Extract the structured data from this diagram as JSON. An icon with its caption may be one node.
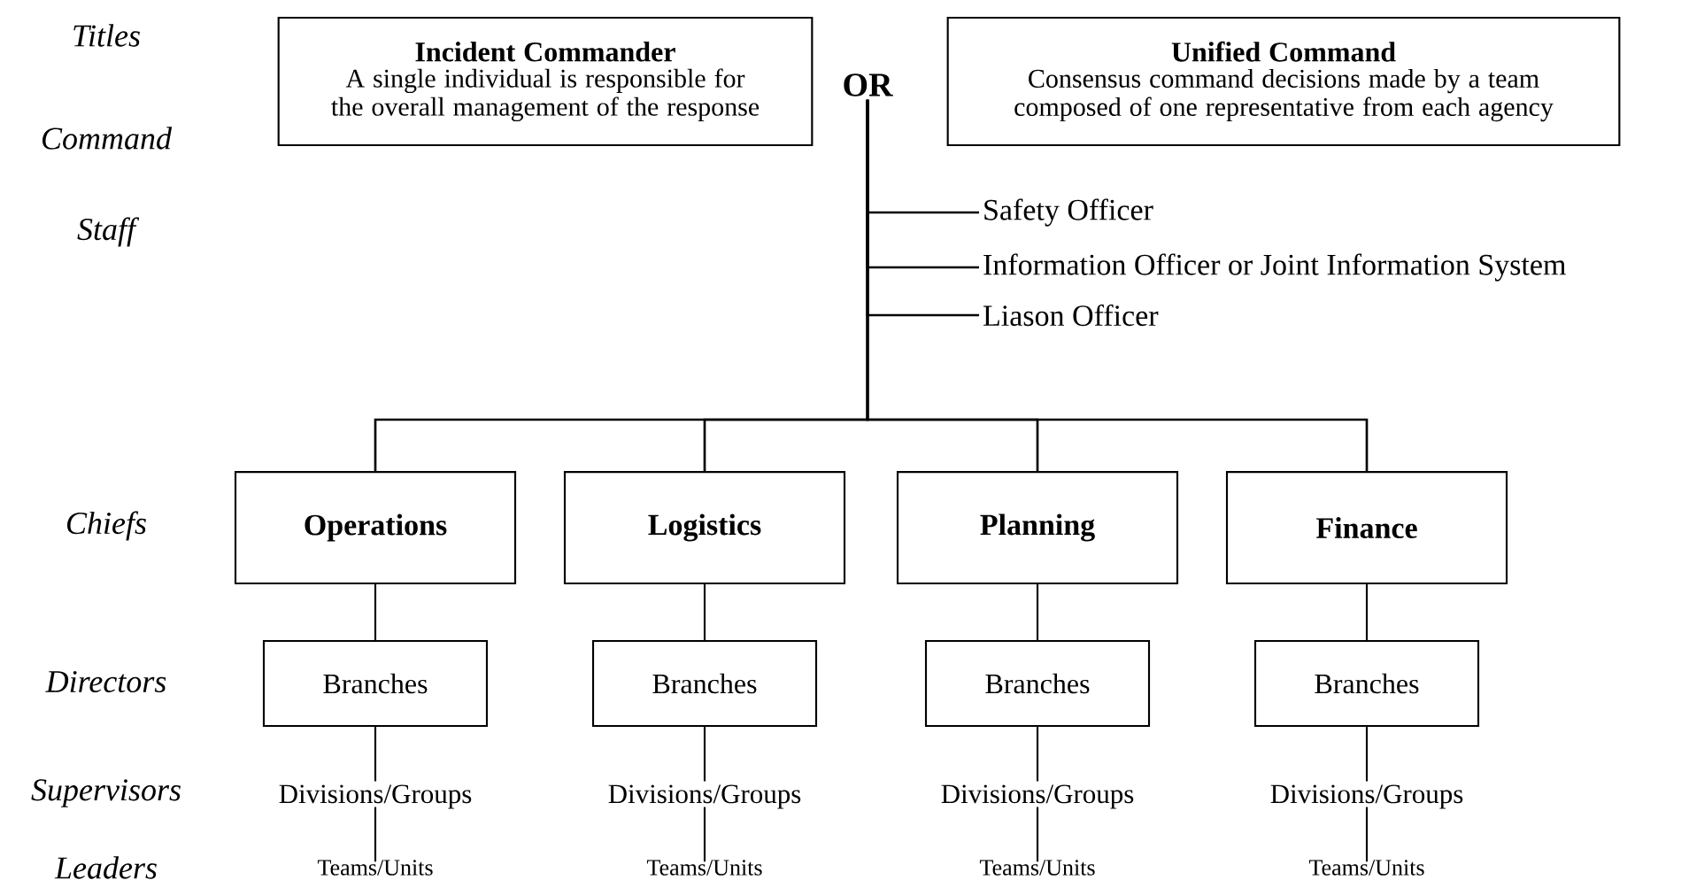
{
  "diagram": {
    "nodes": [
      {
        "text": [
          "Incident Commander",
          "A single individual is responsible for the overall management of the response"
        ]
      },
      {
        "text": [
          "OR"
        ]
      },
      {
        "text": [
          "Unified Command",
          "Consensus command decisions made by a team composed of one representative from each agency"
        ]
      },
      {
        "text": [
          "Safety Officer"
        ]
      },
      {
        "text": [
          "Information Officer or Joint Information System"
        ]
      },
      {
        "text": [
          "Liason Officer"
        ]
      },
      {
        "text": [
          "Operations"
        ]
      },
      {
        "text": [
          "Logistics"
        ]
      },
      {
        "text": [
          "Planning"
        ]
      },
      {
        "text": [
          "Finance"
        ]
      },
      {
        "text": [
          "Branches"
        ]
      },
      {
        "text": [
          "Branches"
        ]
      },
      {
        "text": [
          "Branches"
        ]
      },
      {
        "text": [
          "Branches"
        ]
      },
      {
        "text": [
          "Divisions/Groups"
        ]
      },
      {
        "text": [
          "Divisions/Groups"
        ]
      },
      {
        "text": [
          "Divisions/Groups"
        ]
      },
      {
        "text": [
          "Divisions/Groups"
        ]
      },
      {
        "text": [
          "Teams/Units"
        ]
      },
      {
        "text": [
          "Teams/Units"
        ]
      },
      {
        "text": [
          "Teams/Units"
        ]
      },
      {
        "text": [
          "Teams/Units"
        ]
      }
    ],
    "edges": [
      {
        "from": 1,
        "to": 3,
        "arrow": "none"
      },
      {
        "from": 1,
        "to": 4,
        "arrow": "none"
      },
      {
        "from": 1,
        "to": 5,
        "arrow": "none"
      },
      {
        "from": 1,
        "to": 6,
        "arrow": "none"
      },
      {
        "from": 1,
        "to": 7,
        "arrow": "none"
      },
      {
        "from": 1,
        "to": 8,
        "arrow": "none"
      },
      {
        "from": 1,
        "to": 9,
        "arrow": "none"
      },
      {
        "from": 6,
        "to": 10,
        "arrow": "none"
      },
      {
        "from": 7,
        "to": 11,
        "arrow": "none"
      },
      {
        "from": 8,
        "to": 12,
        "arrow": "none"
      },
      {
        "from": 9,
        "to": 13,
        "arrow": "none"
      },
      {
        "from": 10,
        "to": 14,
        "arrow": "none"
      },
      {
        "from": 11,
        "to": 15,
        "arrow": "none"
      },
      {
        "from": 12,
        "to": 16,
        "arrow": "none"
      },
      {
        "from": 13,
        "to": 17,
        "arrow": "none"
      },
      {
        "from": 14,
        "to": 18,
        "arrow": "none"
      },
      {
        "from": 15,
        "to": 19,
        "arrow": "none"
      },
      {
        "from": 16,
        "to": 20,
        "arrow": "none"
      },
      {
        "from": 17,
        "to": 21,
        "arrow": "none"
      }
    ],
    "labels": [
      "Titles",
      "Command",
      "Staff",
      "Chiefs",
      "Directors",
      "Supervisors",
      "Leaders"
    ]
  }
}
